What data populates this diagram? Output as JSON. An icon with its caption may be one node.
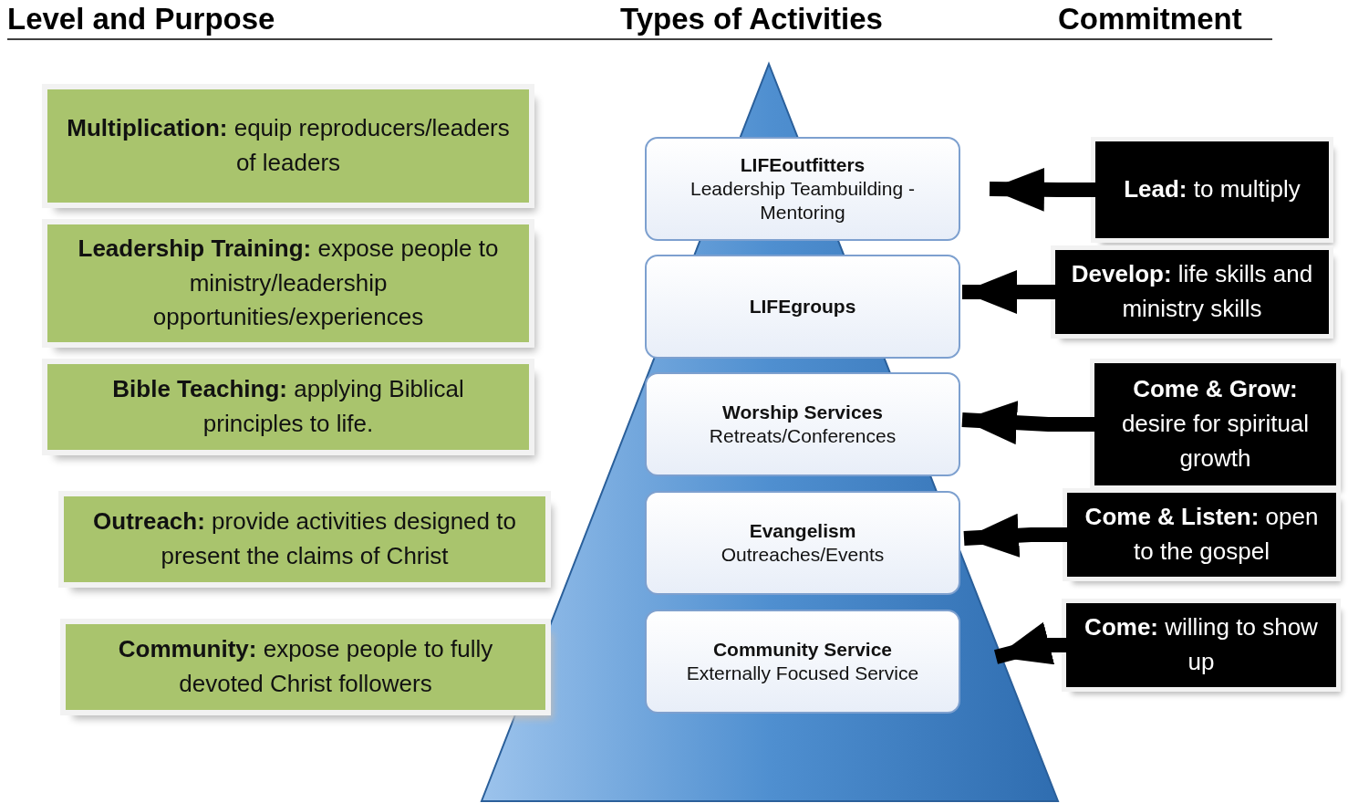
{
  "diagram": {
    "nodes": [
      {
        "text": [
          "**Multiplication:** equip reproducers/leaders of leaders"
        ]
      },
      {
        "text": [
          "**Leadership Training:** expose people to ministry/leadership opportunities/experiences"
        ]
      },
      {
        "text": [
          "**Bible Teaching:** applying Biblical principles to life."
        ]
      },
      {
        "text": [
          "**Outreach:** provide activities designed to present the claims of Christ"
        ]
      },
      {
        "text": [
          "**Community:** expose people to fully devoted Christ followers"
        ]
      },
      {
        "text": [
          "LIFEoutfitters",
          "Leadership Teambuilding - Mentoring"
        ]
      },
      {
        "text": [
          "LIFEgroups"
        ]
      },
      {
        "text": [
          "Worship Services",
          "Retreats/Conferences"
        ]
      },
      {
        "text": [
          "Evangelism",
          "Outreaches/Events"
        ]
      },
      {
        "text": [
          "Community Service",
          "Externally Focused Service"
        ]
      },
      {
        "text": [
          "**Lead:**  to multiply"
        ]
      },
      {
        "text": [
          "**Develop:**  life skills and ministry skills"
        ]
      },
      {
        "text": [
          "**Come & Grow:** desire for spiritual growth"
        ]
      },
      {
        "text": [
          "**Come & Listen:** open to the gospel"
        ]
      },
      {
        "text": [
          "**Come:** willing to show up"
        ]
      }
    ],
    "edges": [
      {
        "from": 10,
        "to": 5,
        "arrow": "to"
      },
      {
        "from": 11,
        "to": 6,
        "arrow": "to"
      },
      {
        "from": 12,
        "to": 7,
        "arrow": "to"
      },
      {
        "from": 13,
        "to": 8,
        "arrow": "to"
      },
      {
        "from": 14,
        "to": 9,
        "arrow": "to"
      }
    ],
    "labels": [
      "Level and Purpose",
      "Types of Activities",
      "Commitment"
    ]
  }
}
